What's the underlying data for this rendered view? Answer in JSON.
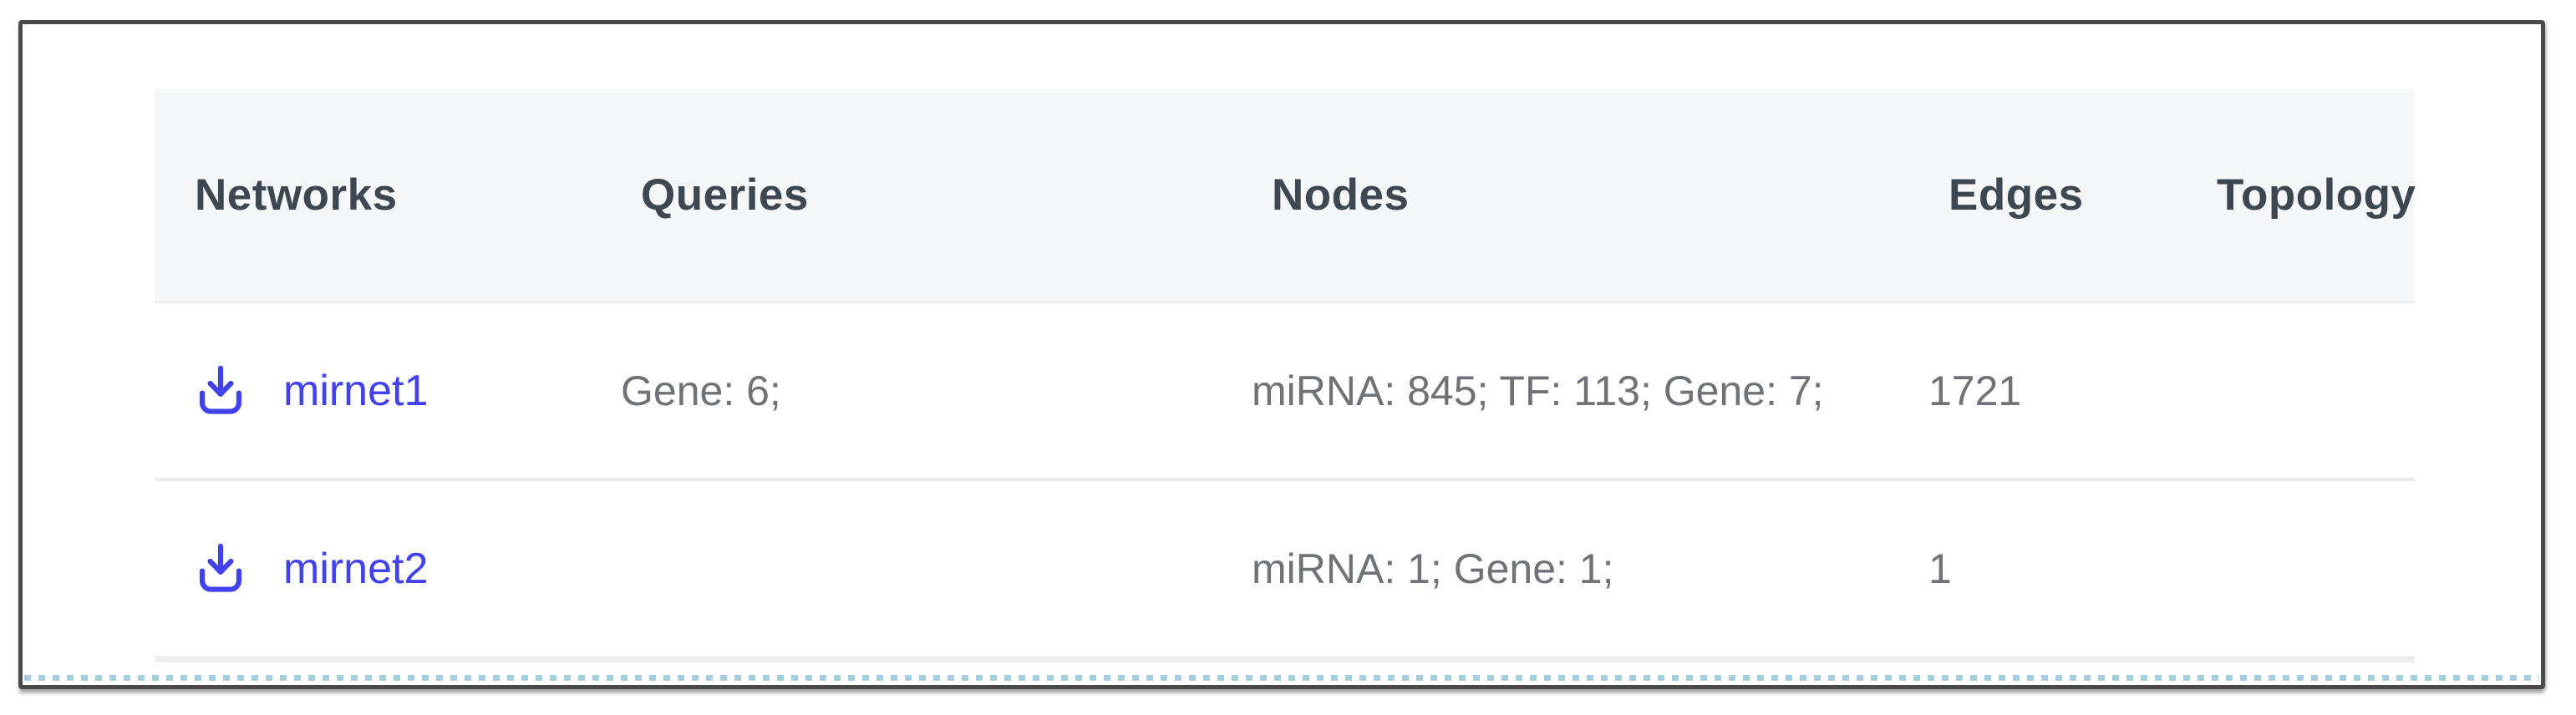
{
  "table": {
    "columns": [
      {
        "id": "networks",
        "label": "Networks"
      },
      {
        "id": "queries",
        "label": "Queries"
      },
      {
        "id": "nodes",
        "label": "Nodes"
      },
      {
        "id": "edges",
        "label": "Edges"
      },
      {
        "id": "topology",
        "label": "Topology"
      }
    ],
    "rows": [
      {
        "network": "mirnet1",
        "queries": "Gene: 6;",
        "nodes": "miRNA: 845; TF: 113; Gene: 7;",
        "edges": "1721",
        "topology": ""
      },
      {
        "network": "mirnet2",
        "queries": "",
        "nodes": "miRNA: 1; Gene: 1;",
        "edges": "1",
        "topology": ""
      }
    ]
  },
  "icons": {
    "download": "download-icon"
  },
  "colors": {
    "link": "#4141ee",
    "header_text": "#3c4751",
    "body_text": "#6f7276",
    "header_bg": "#f6f7f8",
    "separator": "#e9eaeb",
    "frame_border": "#4a4a4a",
    "dotted": "#a5cfe0"
  }
}
